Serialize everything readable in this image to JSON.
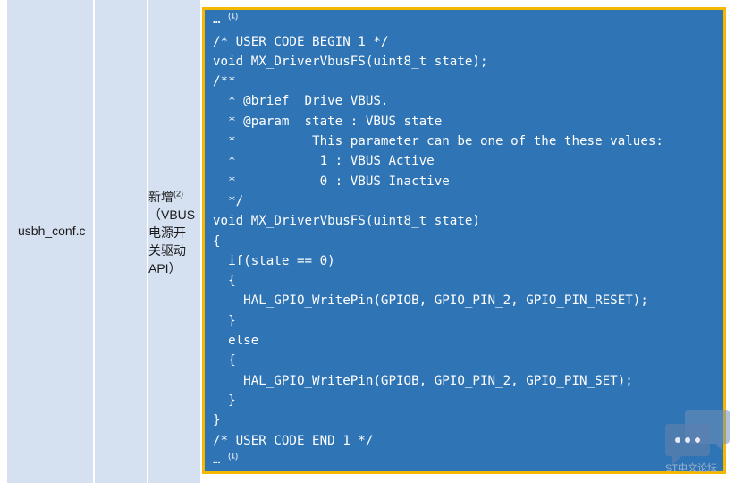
{
  "table": {
    "file_name": "usbh_conf.c",
    "description": {
      "line1": "新增",
      "line1_note": "(2)",
      "line2": "（VBUS",
      "line3": "电源开",
      "line4": "关驱动",
      "line5": "API）"
    }
  },
  "code": {
    "lines": [
      "… ",
      "/* USER CODE BEGIN 1 */",
      "void MX_DriverVbusFS(uint8_t state);",
      "/**",
      "  * @brief  Drive VBUS.",
      "  * @param  state : VBUS state",
      "  *          This parameter can be one of the these values:",
      "  *           1 : VBUS Active",
      "  *           0 : VBUS Inactive",
      "  */",
      "void MX_DriverVbusFS(uint8_t state)",
      "{",
      "  if(state == 0)",
      "  {",
      "    HAL_GPIO_WritePin(GPIOB, GPIO_PIN_2, GPIO_PIN_RESET);",
      "  }",
      "  else",
      "  {",
      "    HAL_GPIO_WritePin(GPIOB, GPIO_PIN_2, GPIO_PIN_SET);",
      "  }",
      "}",
      "/* USER CODE END 1 */",
      "… "
    ],
    "first_line_note": "(1)",
    "last_line_note": "(1)"
  },
  "watermark": {
    "icon": "chat-bubbles-icon",
    "text": "ST中文论坛"
  },
  "colors": {
    "cell_bg": "#d5e0f0",
    "code_bg": "#2f74b5",
    "code_border": "#f5b800"
  }
}
